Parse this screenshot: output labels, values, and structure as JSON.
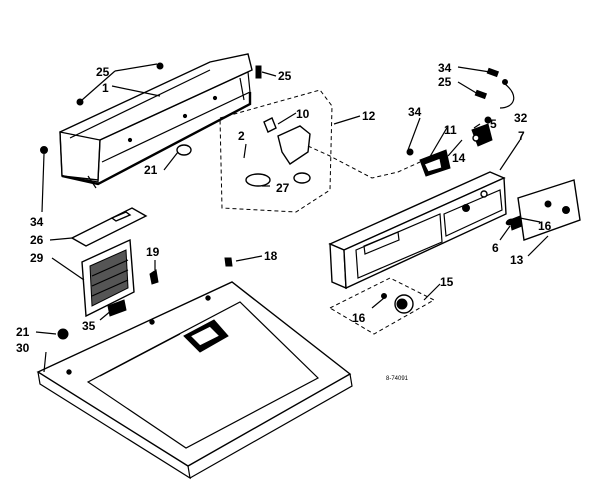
{
  "callouts": {
    "c25a": "25",
    "c1": "1",
    "c25b": "25",
    "c10": "10",
    "c12": "12",
    "c2": "2",
    "c27": "27",
    "c21a": "21",
    "c34a": "34",
    "c26": "26",
    "c29": "29",
    "c19": "19",
    "c18": "18",
    "c35": "35",
    "c21b": "21",
    "c30": "30",
    "c34b": "34",
    "c25c": "25",
    "c32": "32",
    "c34c": "34",
    "c5": "5",
    "c11": "11",
    "c14": "14",
    "c7": "7",
    "c16a": "16",
    "c6": "6",
    "c13": "13",
    "c15": "15",
    "c16b": "16"
  },
  "reference_code": "8-74091"
}
